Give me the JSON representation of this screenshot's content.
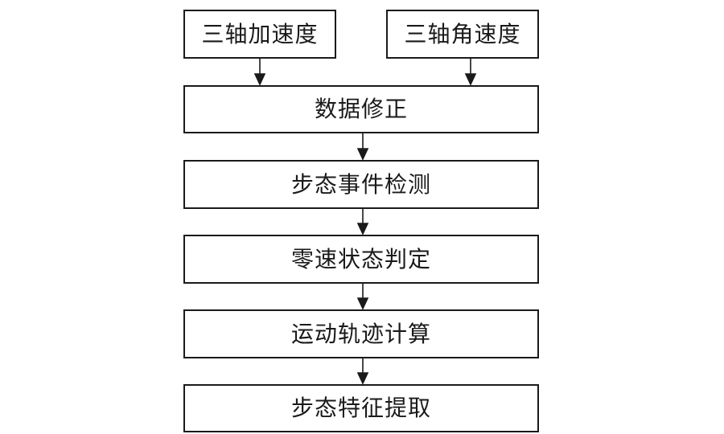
{
  "diagram": {
    "inputs": [
      {
        "label": "三轴加速度"
      },
      {
        "label": "三轴角速度"
      }
    ],
    "steps": [
      {
        "label": "数据修正"
      },
      {
        "label": "步态事件检测"
      },
      {
        "label": "零速状态判定"
      },
      {
        "label": "运动轨迹计算"
      },
      {
        "label": "步态特征提取"
      }
    ],
    "colors": {
      "stroke": "#1a1a1a",
      "background": "#ffffff"
    }
  }
}
